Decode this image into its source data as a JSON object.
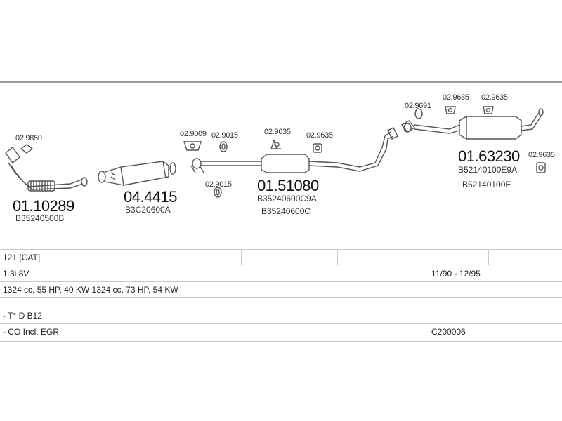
{
  "colors": {
    "line": "#9a9a9a",
    "part": "#555555",
    "grid": "#c8c8c8"
  },
  "parts": {
    "p1": {
      "ref": "02.9850",
      "number": "01.10289",
      "code": "B35240500B"
    },
    "p2": {
      "number": "04.4415",
      "code": "B3C20600A"
    },
    "p3": {
      "ref_a": "02.9009",
      "ref_b": "02.9015",
      "ref_c": "02.9015"
    },
    "p4": {
      "ref_a": "02.9635",
      "ref_b": "02.9635",
      "number": "01.51080",
      "code_a": "B35240600C9A",
      "code_b": "B35240600C"
    },
    "p5": {
      "ref_a": "02.9691",
      "ref_b": "02.9635",
      "ref_c": "02.9635",
      "ref_d": "02.9635",
      "number": "01.63230",
      "code_a": "B52140100E9A",
      "code_b": "B52140100E"
    }
  },
  "table": {
    "row1": "121  [CAT]",
    "row2_left": "1.3i  8V",
    "row2_right": "11/90 - 12/95",
    "row3": "1324 cc, 55 HP, 40 KW 1324 cc, 73 HP, 54 KW",
    "row4": "- T° D B12",
    "row5_left": "- CO Incl. EGR",
    "row5_right": "C200006"
  }
}
